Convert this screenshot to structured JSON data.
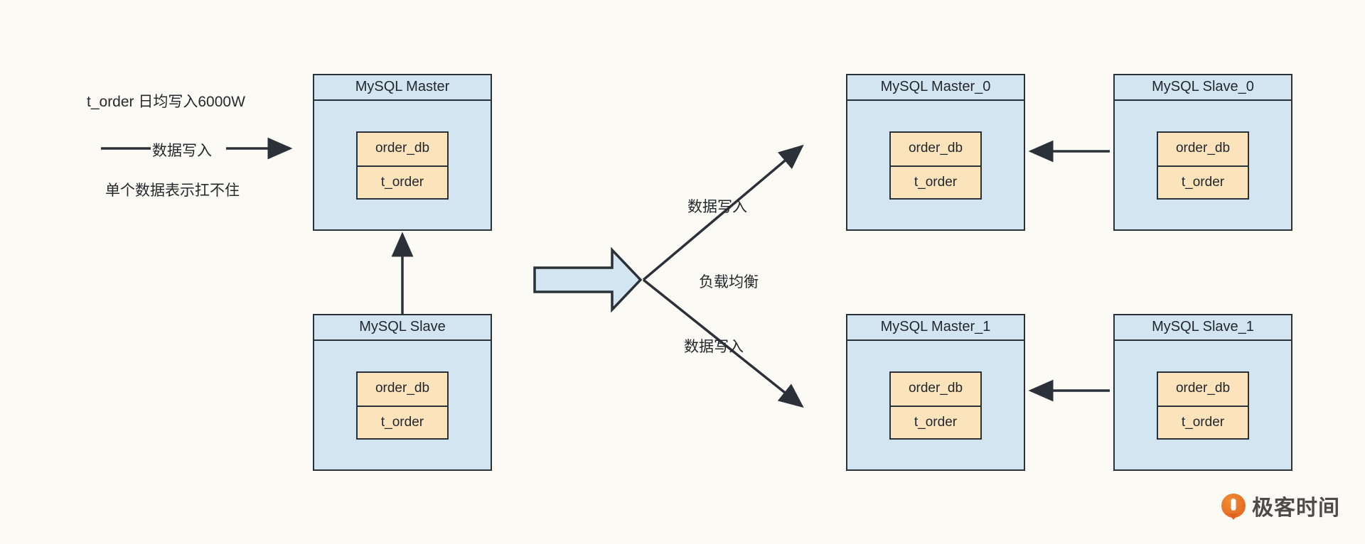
{
  "background_color": "#fbfaf5",
  "palette": {
    "node_fill": "#d3e5f0",
    "schema_fill": "#fbe3bb",
    "stroke": "#2b3138",
    "text": "#23282e",
    "logo_orange": "#e0611f"
  },
  "left_section": {
    "notes": {
      "headline": "t_order 日均写入6000W",
      "flow_label": "数据写入",
      "problem": "单个数据表示扛不住"
    },
    "nodes": [
      {
        "id": "mysql-master",
        "title": "MySQL Master",
        "schema": [
          "order_db",
          "t_order"
        ]
      },
      {
        "id": "mysql-slave",
        "title": "MySQL Slave",
        "schema": [
          "order_db",
          "t_order"
        ]
      }
    ]
  },
  "transition": {
    "big_arrow_label": "",
    "branch_labels": {
      "top": "数据写入",
      "middle": "负载均衡",
      "bottom": "数据写入"
    }
  },
  "right_section": {
    "nodes": [
      {
        "id": "mysql-master-0",
        "title": "MySQL Master_0",
        "schema": [
          "order_db",
          "t_order"
        ]
      },
      {
        "id": "mysql-slave-0",
        "title": "MySQL Slave_0",
        "schema": [
          "order_db",
          "t_order"
        ]
      },
      {
        "id": "mysql-master-1",
        "title": "MySQL Master_1",
        "schema": [
          "order_db",
          "t_order"
        ]
      },
      {
        "id": "mysql-slave-1",
        "title": "MySQL Slave_1",
        "schema": [
          "order_db",
          "t_order"
        ]
      }
    ]
  },
  "watermark": {
    "brand": "极客时间"
  }
}
